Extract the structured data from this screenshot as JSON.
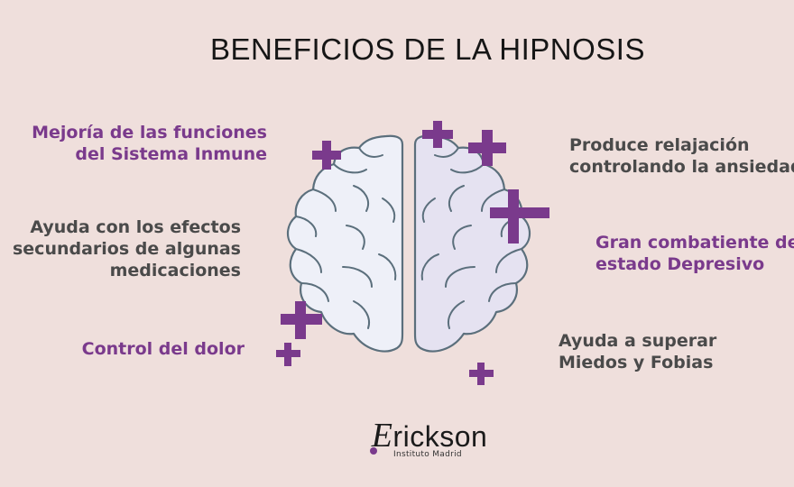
{
  "title": "BENEFICIOS DE LA HIPNOSIS",
  "benefits_left": [
    {
      "lines": [
        "Mejoría de las funciones",
        "del Sistema Inmune"
      ],
      "color": "#7a3a8c"
    },
    {
      "lines": [
        "Ayuda con los efectos",
        "secundarios de algunas",
        "medicaciones"
      ],
      "color": "#4a4a4a"
    },
    {
      "lines": [
        "Control del dolor"
      ],
      "color": "#7a3a8c"
    }
  ],
  "benefits_right": [
    {
      "lines": [
        "Produce relajación",
        "controlando la ansiedad"
      ],
      "color": "#4a4a4a"
    },
    {
      "lines": [
        "Gran combatiente del",
        "estado Depresivo"
      ],
      "color": "#7a3a8c"
    },
    {
      "lines": [
        "Ayuda a superar",
        "Miedos y Fobias"
      ],
      "color": "#4a4a4a"
    }
  ],
  "logo": {
    "initial": "E",
    "rest": "rickson",
    "subtitle": "Instituto Madrid"
  },
  "colors": {
    "background": "#efdfdc",
    "accent": "#7a3a8c",
    "brain_left": "#eef0f8",
    "brain_right": "#e5e2f1",
    "brain_stroke": "#5b6f7c"
  }
}
